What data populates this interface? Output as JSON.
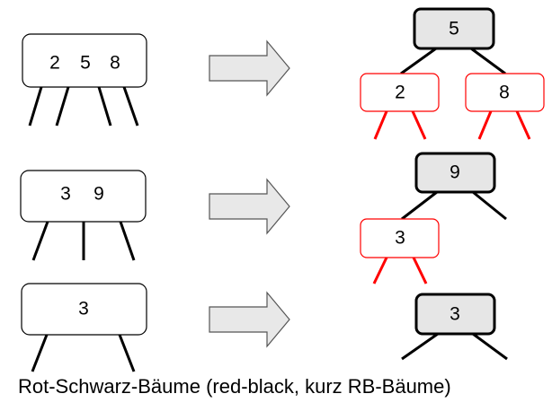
{
  "caption": "Rot-Schwarz-Bäume (red-black, kurz RB-Bäume)",
  "colors": {
    "black_edge": "#000000",
    "red_edge": "#ff0000",
    "black_node_fill": "#e6e6e6",
    "red_node_fill": "#ffffff",
    "arrow_fill": "#e8e8e8",
    "arrow_stroke": "#555555"
  },
  "examples": [
    {
      "btree_node_keys": [
        "2",
        "5",
        "8"
      ],
      "rb_root": "5",
      "rb_red_children": [
        "2",
        "8"
      ]
    },
    {
      "btree_node_keys": [
        "3",
        "9"
      ],
      "rb_root": "9",
      "rb_red_children": [
        "3"
      ]
    },
    {
      "btree_node_keys": [
        "3"
      ],
      "rb_root": "3",
      "rb_red_children": []
    }
  ]
}
